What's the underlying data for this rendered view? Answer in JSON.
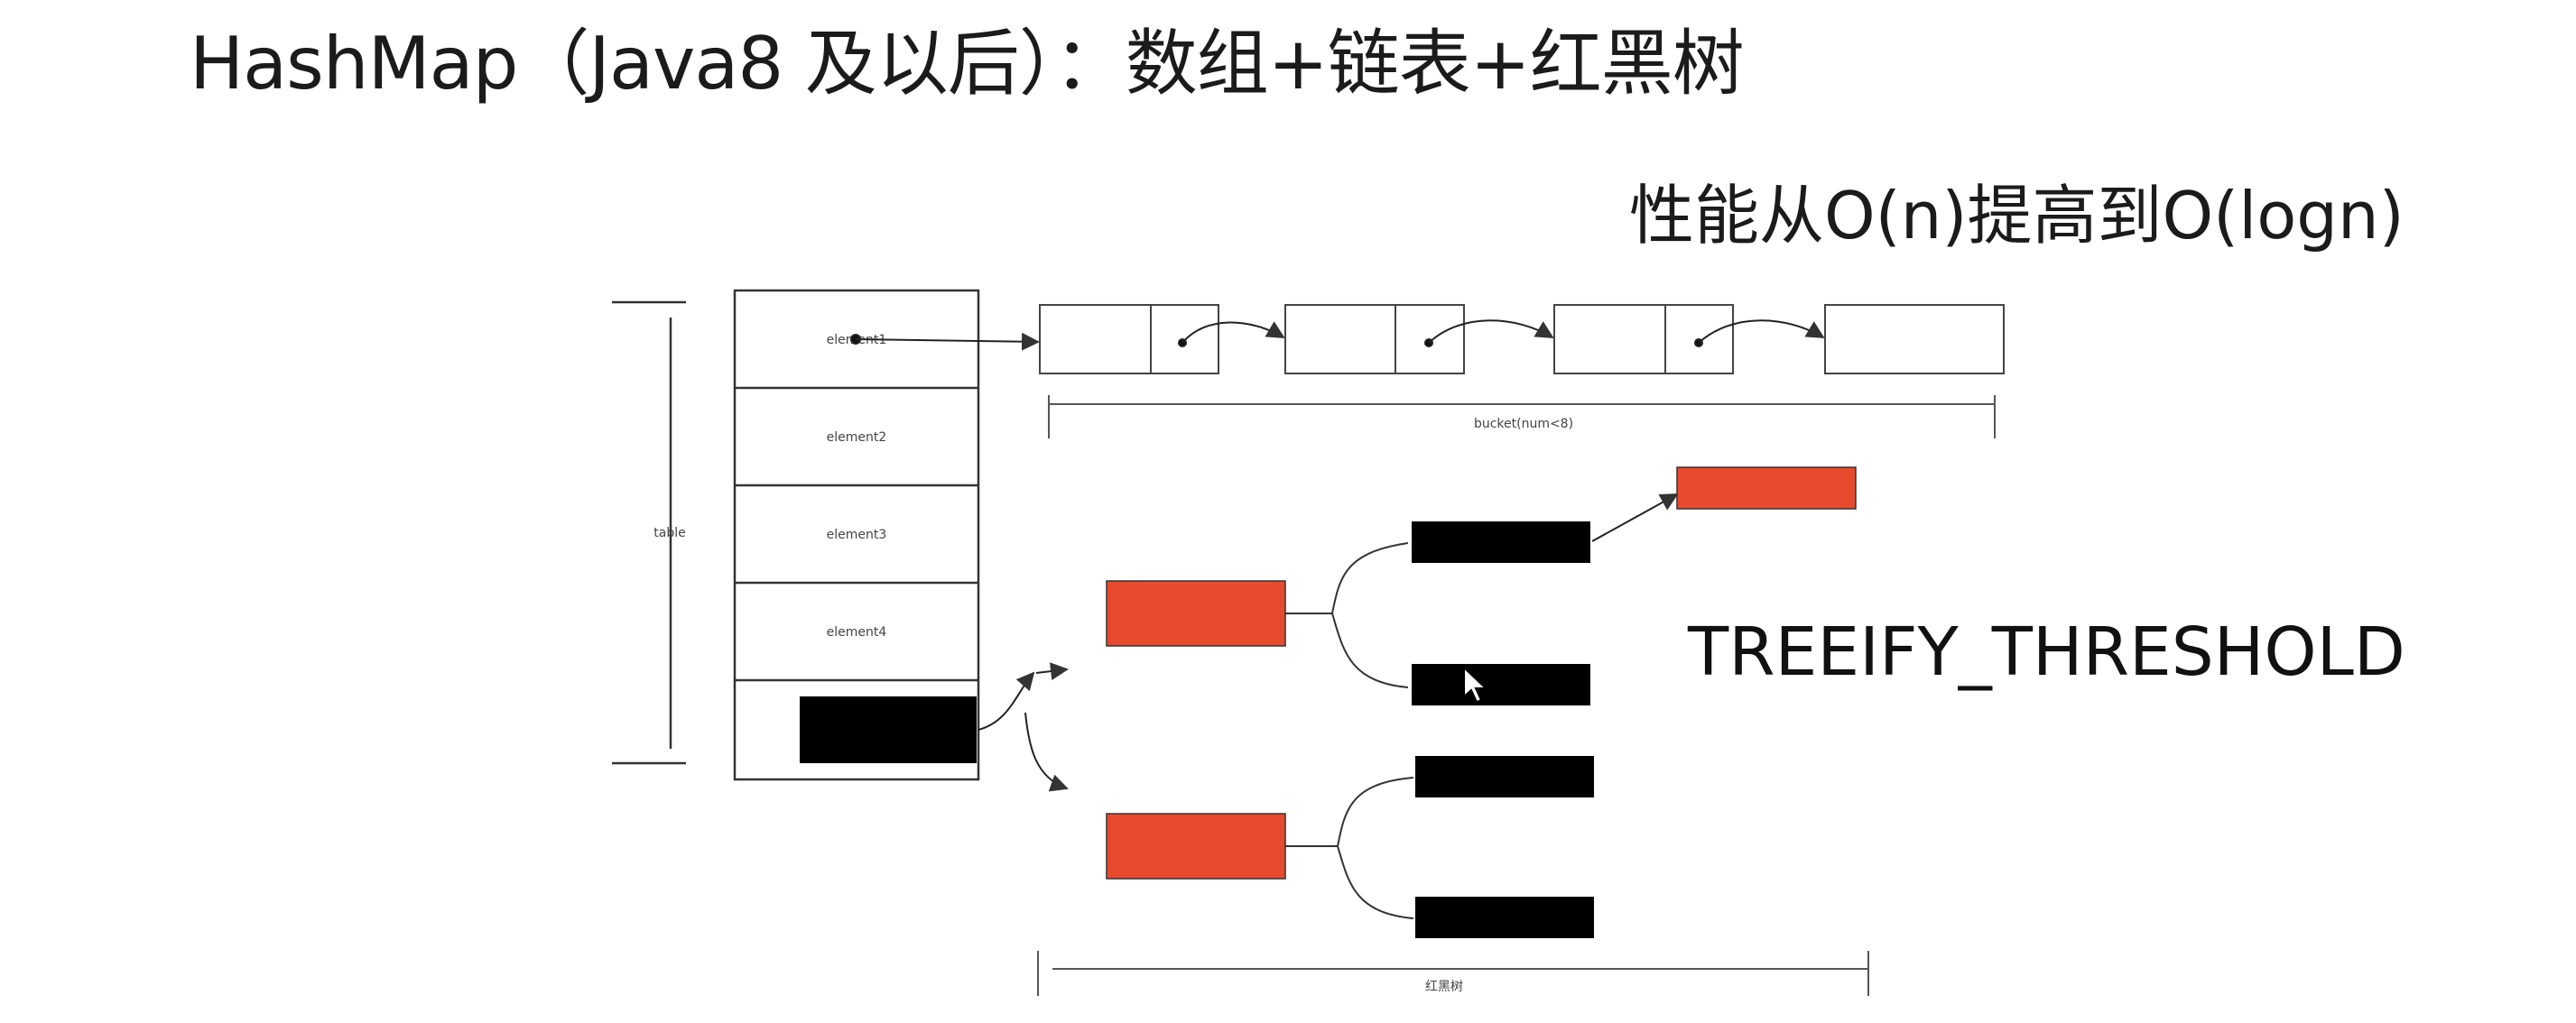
{
  "title": "HashMap（Java8 及以后）：数组+链表+红黑树",
  "performance_note": "性能从O(n)提高到O(logn)",
  "threshold_label": "TREEIFY_THRESHOLD",
  "table": {
    "label": "table",
    "elements": [
      "element1",
      "element2",
      "element3",
      "element4"
    ]
  },
  "bucket_label": "bucket(num<8)",
  "tree_label": "红黑树",
  "colors": {
    "red": "#e84a2e",
    "black": "#000000",
    "line": "#333333"
  }
}
